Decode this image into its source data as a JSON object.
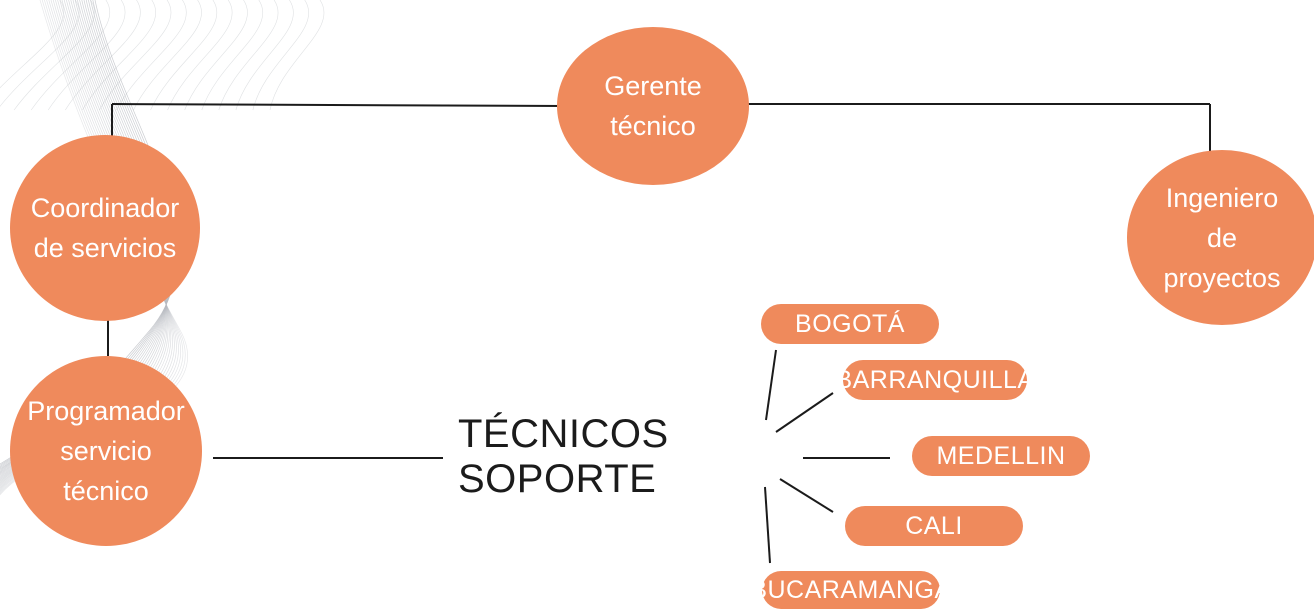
{
  "diagram": {
    "nodes": {
      "gerente": "Gerente\ntécnico",
      "coordinador": "Coordinador\nde servicios",
      "ingeniero": "Ingeniero\nde\nproyectos",
      "programador": "Programador\nservicio\ntécnico"
    },
    "central_label": "TÉCNICOS SOPORTE",
    "cities": {
      "bogota": "BOGOTÁ",
      "barranquilla": "BARRANQUILLA",
      "medellin": "MEDELLIN",
      "cali": "CALI",
      "bucaramanga": "BUCARAMANGA"
    }
  },
  "colors": {
    "node_fill": "#ef8a5c",
    "node_text": "#ffffff",
    "line": "#1b1b1b",
    "wave_lines": "#b9bcc2"
  }
}
